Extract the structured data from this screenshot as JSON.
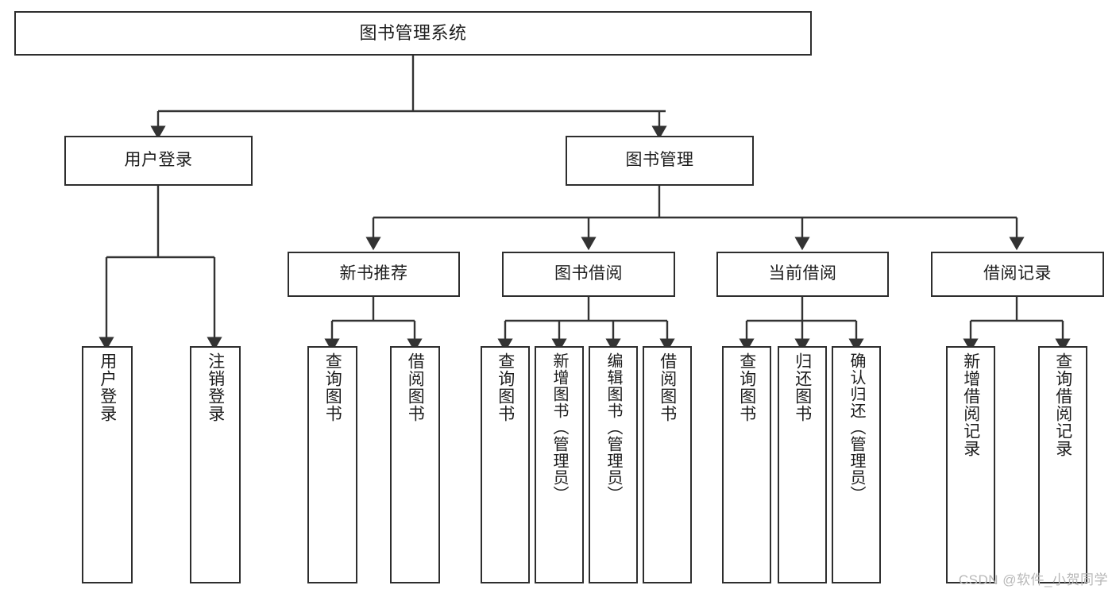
{
  "diagram": {
    "type": "tree",
    "title": "图书管理系统",
    "orientation": "top-down",
    "colors": {
      "box_border": "#2e2e2e",
      "box_fill": "#ffffff",
      "edge": "#333333",
      "text": "#1d1d1d",
      "watermark": "#b8b8b8",
      "background": "#ffffff"
    },
    "levels": 4
  },
  "root": {
    "label": "图书管理系统"
  },
  "level2": [
    {
      "label": "用户登录"
    },
    {
      "label": "图书管理"
    }
  ],
  "level3": [
    {
      "label": "新书推荐"
    },
    {
      "label": "图书借阅"
    },
    {
      "label": "当前借阅"
    },
    {
      "label": "借阅记录"
    }
  ],
  "leaves": {
    "user_login": [
      {
        "label": "用户登录"
      },
      {
        "label": "注销登录"
      }
    ],
    "new_book_recommend": [
      {
        "label": "查询图书"
      },
      {
        "label": "借阅图书"
      }
    ],
    "book_borrow": [
      {
        "label": "查询图书"
      },
      {
        "label": "新增图书（管理员）"
      },
      {
        "label": "编辑图书（管理员）"
      },
      {
        "label": "借阅图书"
      }
    ],
    "current_borrow": [
      {
        "label": "查询图书"
      },
      {
        "label": "归还图书"
      },
      {
        "label": "确认归还（管理员）"
      }
    ],
    "borrow_record": [
      {
        "label": "新增借阅记录"
      },
      {
        "label": "查询借阅记录"
      }
    ]
  },
  "watermark": {
    "text": "CSDN @软件_小贺同学"
  }
}
